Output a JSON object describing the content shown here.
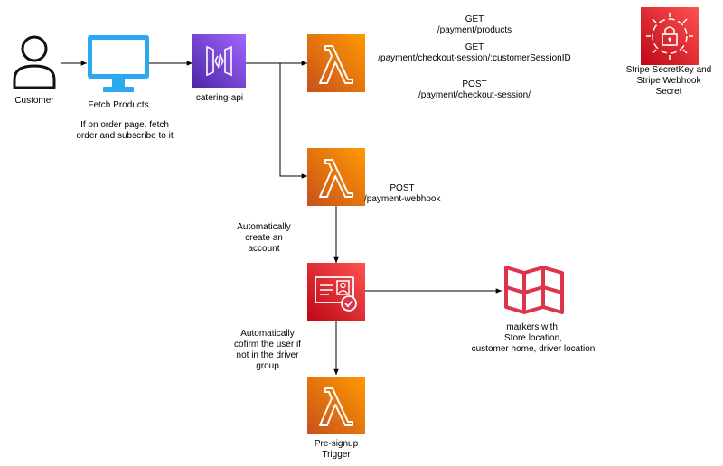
{
  "nodes": {
    "customer": {
      "label": "Customer",
      "icon": "user-icon"
    },
    "fetch_products": {
      "label": "Fetch Products",
      "icon": "monitor-icon"
    },
    "catering_api": {
      "label": "catering-api",
      "icon": "api-gateway-icon"
    },
    "lambda_payment": {
      "icon": "lambda-icon"
    },
    "lambda_webhook": {
      "icon": "lambda-icon"
    },
    "cognito": {
      "icon": "user-pool-icon"
    },
    "location_map": {
      "icon": "map-icon"
    },
    "lambda_presignup": {
      "label_lines": [
        "Pre-signup",
        "Trigger"
      ],
      "icon": "lambda-icon"
    },
    "secrets": {
      "label_lines": [
        "Stripe SecretKey and",
        "Stripe Webhook",
        "Secret"
      ],
      "icon": "secrets-manager-icon"
    }
  },
  "notes": {
    "fetch_order": [
      "If on order page, fetch",
      "order and subscribe to it"
    ],
    "payment_routes": [
      [
        "GET",
        "/payment/products"
      ],
      [
        "GET",
        "/payment/checkout-session/:customerSessionID"
      ],
      [
        "POST",
        "/payment/checkout-session/"
      ]
    ],
    "webhook_route": [
      "POST",
      "/payment-webhook"
    ],
    "auto_create": [
      "Automatically",
      "create an",
      "account"
    ],
    "auto_confirm": [
      "Automatically",
      "cofirm the user if",
      "not in the driver",
      "group"
    ],
    "markers": [
      "markers with:",
      "Store location,",
      "customer home, driver location"
    ]
  },
  "colors": {
    "lambda_orange": "#ED7100",
    "lambda_orange_light": "#F78E04",
    "api_purple": "#8C4FFF",
    "api_purple_dark": "#4D27A8",
    "cognito_red": "#DD344C",
    "monitor_blue": "#2AA8F0",
    "secrets_red": "#E7157B"
  }
}
